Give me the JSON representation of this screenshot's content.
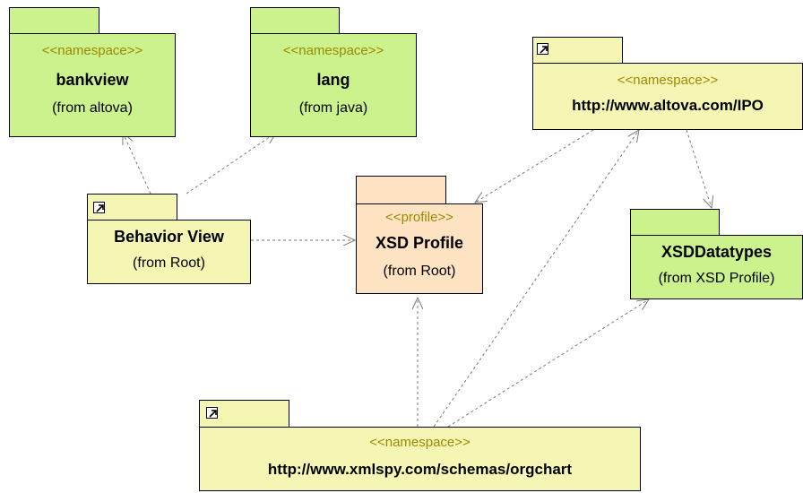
{
  "packages": {
    "bankview": {
      "stereotype": "<<namespace>>",
      "name": "bankview",
      "from": "(from altova)"
    },
    "lang": {
      "stereotype": "<<namespace>>",
      "name": "lang",
      "from": "(from java)"
    },
    "ipo": {
      "stereotype": "<<namespace>>",
      "name": "http://www.altova.com/IPO"
    },
    "behavior": {
      "name": "Behavior View",
      "from": "(from Root)"
    },
    "xsdprofile": {
      "stereotype": "<<profile>>",
      "name": "XSD Profile",
      "from": "(from Root)"
    },
    "xsddatatypes": {
      "name": "XSDDatatypes",
      "from": "(from XSD Profile)"
    },
    "orgchart": {
      "stereotype": "<<namespace>>",
      "name": "http://www.xmlspy.com/schemas/orgchart"
    }
  },
  "colors": {
    "namespace_green": "#ccf28d",
    "shortcut_yellow": "#f6f6b4",
    "profile_peach": "#fde3c1",
    "stereotype_text": "#9a8a00",
    "dependency_line": "#7a7a7a"
  }
}
